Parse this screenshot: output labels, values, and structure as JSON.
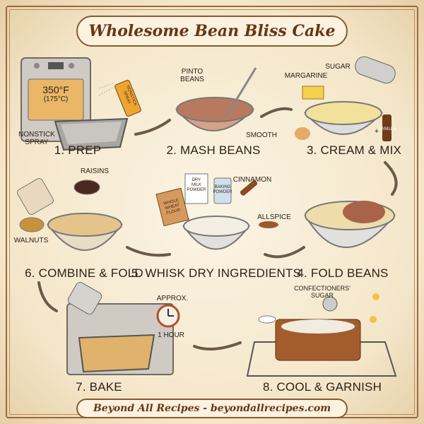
{
  "title": "Wholesome Bean Bliss Cake",
  "steps": [
    {
      "label": "1. PREP"
    },
    {
      "label": "2. MASH BEANS"
    },
    {
      "label": "3. CREAM & MIX"
    },
    {
      "label": "4. FOLD BEANS"
    },
    {
      "label": "5. WHISK DRY INGREDIENTS"
    },
    {
      "label": "6. COMBINE & FOLD"
    },
    {
      "label": "7. BAKE"
    },
    {
      "label": "8. COOL & GARNISH"
    }
  ],
  "annotations": {
    "oven_temp_f": "350°F",
    "oven_temp_c": "(175°C)",
    "nonstick_spray": "NONSTICK\nSPRAY",
    "spray_can": "NONSTICK\nSPRAY",
    "pinto_beans": "PINTO\nBEANS",
    "smooth": "SMOOTH",
    "margarine": "MARGARINE",
    "sugar": "SUGAR",
    "plus": "+",
    "vanilla": "VANILLA",
    "raisins": "RAISINS",
    "walnuts": "WALNUTS",
    "dry_milk": "DRY\nMILK\nPOWDER",
    "baking_powder": "BAKING\nPOWDER",
    "cinnamon": "CINNAMON",
    "flour": "WHOLE\nWHEAT\nFLOUR",
    "allspice": "ALLSPICE",
    "approx": "APPROX.",
    "one_hour": "1 HOUR",
    "confectioners_sugar": "CONFECTIONERS'\nSUGAR"
  },
  "footer": "Beyond All Recipes - beyondallrecipes.com",
  "colors": {
    "title": "#6a3515",
    "frame": "#8b5a2b",
    "background": "#f7ecd6",
    "arrow": "#6b5a4a"
  }
}
